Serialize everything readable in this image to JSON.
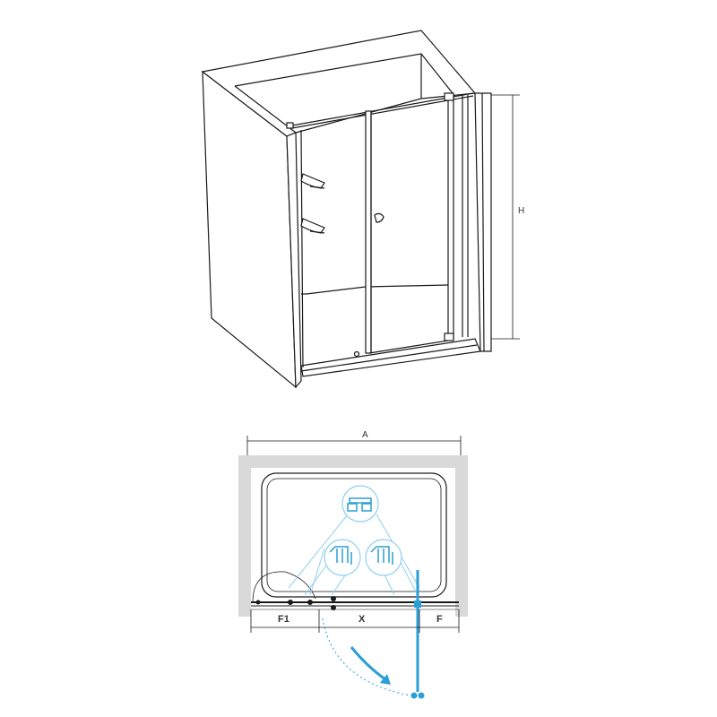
{
  "dimensions": {
    "height": "H",
    "width": "A",
    "fixed_left": "F1",
    "opening": "X",
    "fixed_right": "F"
  },
  "colors": {
    "line": "#1a1a1a",
    "accent": "#2a9fd6",
    "wall": "#d9d9d9",
    "light_line": "#8fd0ef"
  },
  "icons": [
    "hinge-detail-icon",
    "glass-clamp-detail-icon",
    "door-swing-arrow-icon"
  ]
}
